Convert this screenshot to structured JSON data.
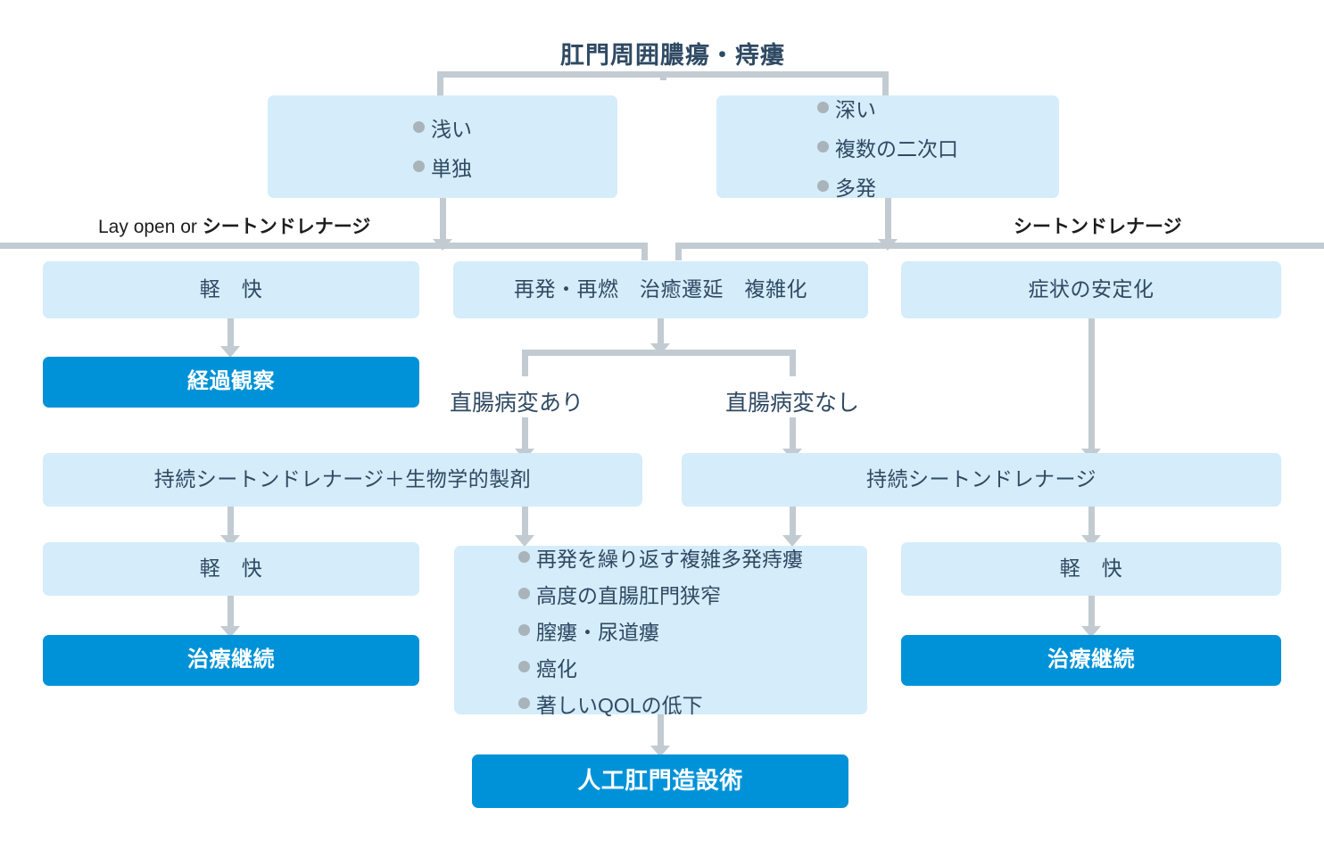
{
  "diagram": {
    "title": "肛門周囲膿瘍・痔瘻",
    "colors": {
      "light_box": "#d5ecfa",
      "solid_box": "#0092d8",
      "connector": "#c2cbd1",
      "text_dark": "#2f4a63",
      "bullet_dot": "#a9b3ba"
    },
    "nodes": {
      "root": "肛門周囲膿瘍・痔瘻",
      "shallow_box": {
        "items": [
          "浅い",
          "単独"
        ]
      },
      "deep_box": {
        "items": [
          "深い",
          "複数の二次口",
          "多発"
        ]
      },
      "improve_left": "軽　快",
      "relapse_box": "再発・再燃　治癒遷延　複雑化",
      "stabilized_box": "症状の安定化",
      "observe_box": "経過観察",
      "seton_bio_box": "持続シートンドレナージ＋生物学的製剤",
      "seton_box": "持続シートンドレナージ",
      "improve_mid_left": "軽　快",
      "improve_right": "軽　快",
      "continue_left": "治療継続",
      "continue_right": "治療継続",
      "severe_box": {
        "items": [
          "再発を繰り返す複雑多発痔瘻",
          "高度の直腸肛門狭窄",
          "膣瘻・尿道瘻",
          "癌化",
          "著しいQOLの低下"
        ]
      },
      "stoma_box": "人工肛門造設術"
    },
    "edge_labels": {
      "lay_open_prefix": "Lay open or ",
      "lay_open_suffix": "シートンドレナージ",
      "seton_drainage": "シートンドレナージ",
      "rectal_lesion_yes": "直腸病変あり",
      "rectal_lesion_no": "直腸病変なし"
    }
  }
}
